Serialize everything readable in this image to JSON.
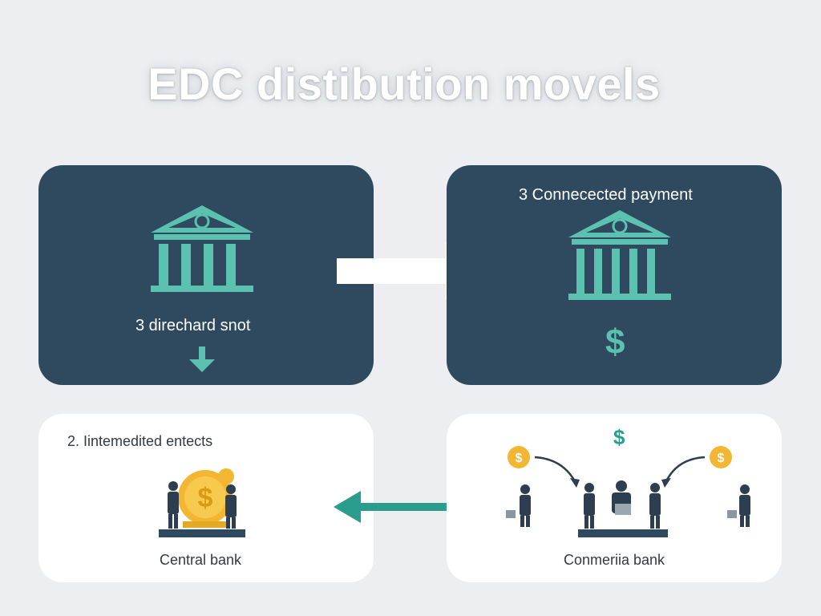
{
  "title": "EDC distibution movels",
  "panels": {
    "top_left": {
      "label": "3 direchard snot"
    },
    "top_right": {
      "label": "3 Connecected payment"
    },
    "bottom_left": {
      "heading": "2. Iintemedited entects",
      "caption": "Central bank"
    },
    "bottom_right": {
      "caption": "Conmeriia bank"
    }
  },
  "symbols": {
    "dollar": "$"
  },
  "colors": {
    "background": "#eceef1",
    "dark_panel": "#2f4a5e",
    "teal": "#5bc2b2",
    "arrow_teal": "#2a9d8f",
    "coin": "#f2b632",
    "figure": "#2c3e50"
  }
}
